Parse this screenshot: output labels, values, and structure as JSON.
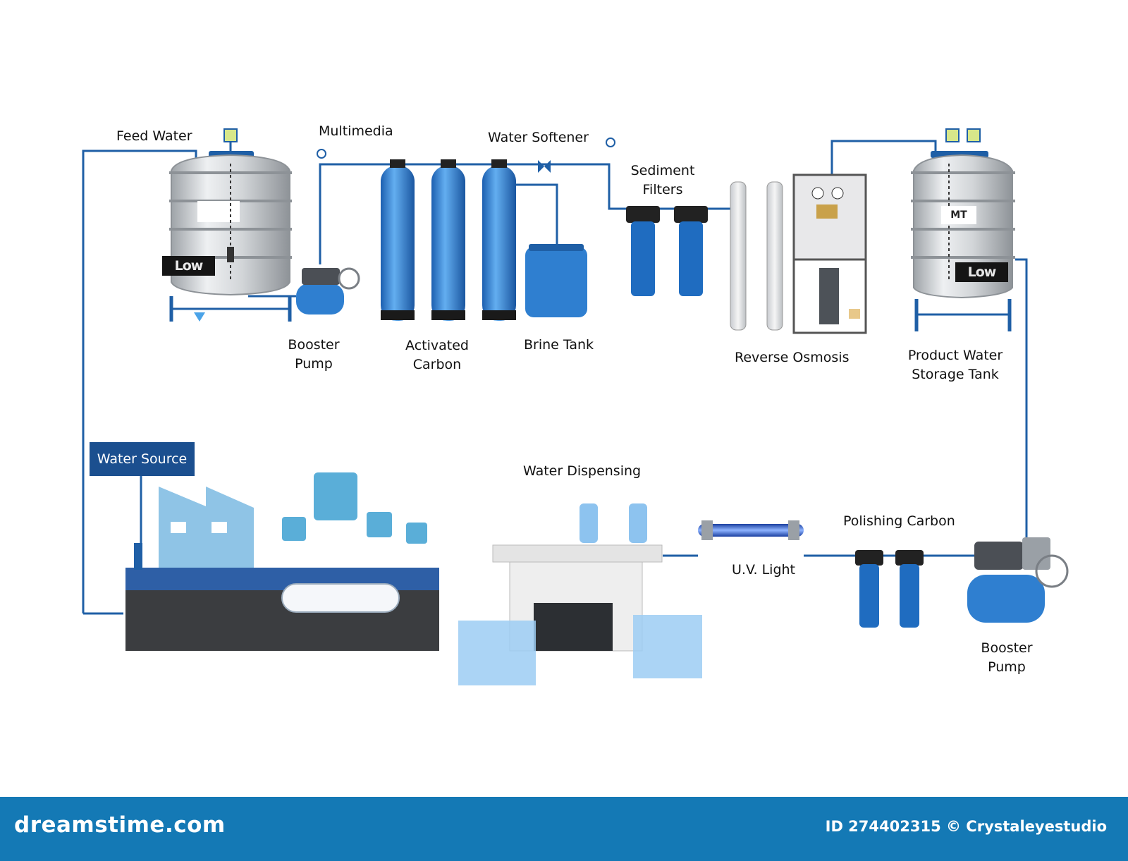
{
  "labels": {
    "feed_water": "Feed Water",
    "multimedia": "Multimedia",
    "water_softener": "Water Softener",
    "sediment_filters_1": "Sediment",
    "sediment_filters_2": "Filters",
    "booster_pump_top_1": "Booster",
    "booster_pump_top_2": "Pump",
    "activated_carbon_1": "Activated",
    "activated_carbon_2": "Carbon",
    "brine_tank": "Brine Tank",
    "reverse_osmosis": "Reverse Osmosis",
    "product_water_1": "Product Water",
    "product_water_2": "Storage Tank",
    "water_source": "Water Source",
    "water_dispensing": "Water Dispensing",
    "polishing_carbon": "Polishing Carbon",
    "uv_light": "U.V. Light",
    "booster_pump_bottom_1": "Booster",
    "booster_pump_bottom_2": "Pump"
  },
  "indicators": {
    "feed_tank_level": "Low",
    "product_tank_level": "Low",
    "product_tank_tag": "MT"
  },
  "footer": {
    "brand": "dreamstime.com",
    "image_id": "ID 274402315 © Crystaleyestudio"
  },
  "colors": {
    "pipe": "#1f5fa6",
    "vessel_blue": "#2f7fd0",
    "tank_steel": "#c9ccd0",
    "source_box": "#1b4f8f",
    "footer": "#1479b5"
  }
}
